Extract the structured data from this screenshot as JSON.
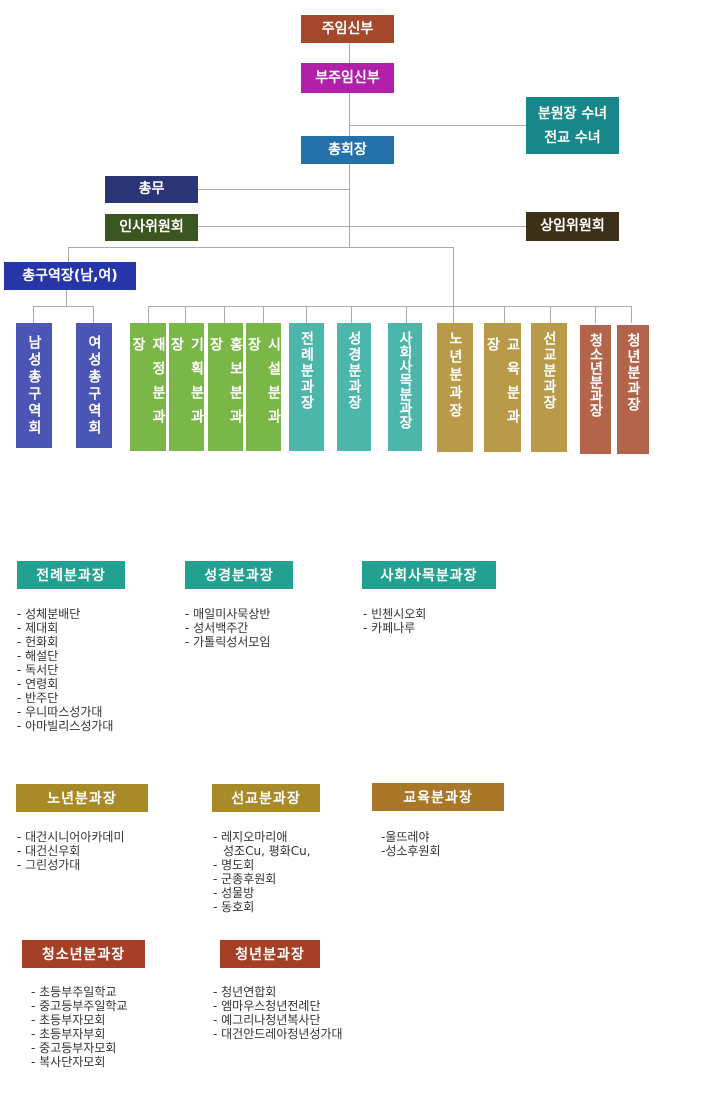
{
  "top": {
    "pastor": "주임신부",
    "assistant_pastor": "부주임신부",
    "sisters_line1": "분원장 수녀",
    "sisters_line2": "전교 수녀",
    "president": "총회장",
    "general_affairs": "총무",
    "personnel_committee": "인사위원회",
    "standing_committee": "상임위원회",
    "district_heads": "총구역장(남,여)"
  },
  "colors": {
    "pastor": "#a5472a",
    "assistant_pastor": "#b020a8",
    "sisters": "#17878a",
    "president": "#2470a8",
    "general_affairs": "#2b3575",
    "personnel_committee": "#3b5520",
    "standing_committee": "#3c3118",
    "district_heads": "#2636a8",
    "district": "#4a55b5",
    "green": "#7ab648",
    "teal": "#4db6aa",
    "gold": "#b89a48",
    "red": "#b5644c"
  },
  "districts": [
    "남성총구역회",
    "여성총구역회"
  ],
  "departments": [
    "재정분과장",
    "기획분과장",
    "홍보분과장",
    "시설분과장",
    "전례분과장",
    "성경분과장",
    "사회사목분과장",
    "노년분과장",
    "교육분과장",
    "선교분과장",
    "청소년분과장",
    "청년분과장"
  ],
  "sections": [
    {
      "title": "전례분과장",
      "color": "#22a090",
      "items": [
        "- 성체분배단",
        "- 제대회",
        "- 헌화회",
        "- 해설단",
        "- 독서단",
        "- 연령회",
        "- 반주단",
        "- 우니따스성가대",
        "- 아마빌리스성가대"
      ]
    },
    {
      "title": "성경분과장",
      "color": "#22a090",
      "items": [
        "- 매일미사묵상반",
        "- 성서백주간",
        "- 가톨릭성서모임"
      ]
    },
    {
      "title": "사회사목분과장",
      "color": "#22a090",
      "items": [
        "- 빈첸시오회",
        "- 카페나루"
      ]
    },
    {
      "title": "노년분과장",
      "color": "#a88a28",
      "items": [
        "- 대건시니어아카데미",
        "- 대건신우회",
        "- 그린성가대"
      ]
    },
    {
      "title": "선교분과장",
      "color": "#a88a28",
      "items": [
        "- 레지오마리애",
        "  성조Cu, 평화Cu,",
        "- 명도회",
        "- 군종후원회",
        "- 성물방",
        "- 동호회"
      ]
    },
    {
      "title": "교육분과장",
      "color": "#a87828",
      "items": [
        "-울뜨레야",
        "-성소후원회"
      ]
    },
    {
      "title": "청소년분과장",
      "color": "#a53f25",
      "items": [
        "- 초등부주일학교",
        "- 중고등부주일학교",
        "- 초등부자모회",
        "- 초등부자부회",
        "- 중고등부자모회",
        "- 복사단자모회"
      ]
    },
    {
      "title": "청년분과장",
      "color": "#a53f25",
      "items": [
        "- 청년연합회",
        "- 엠마우스청년전례단",
        "- 예그리나청년복사단",
        "- 대건안드레아청년성가대"
      ]
    }
  ]
}
